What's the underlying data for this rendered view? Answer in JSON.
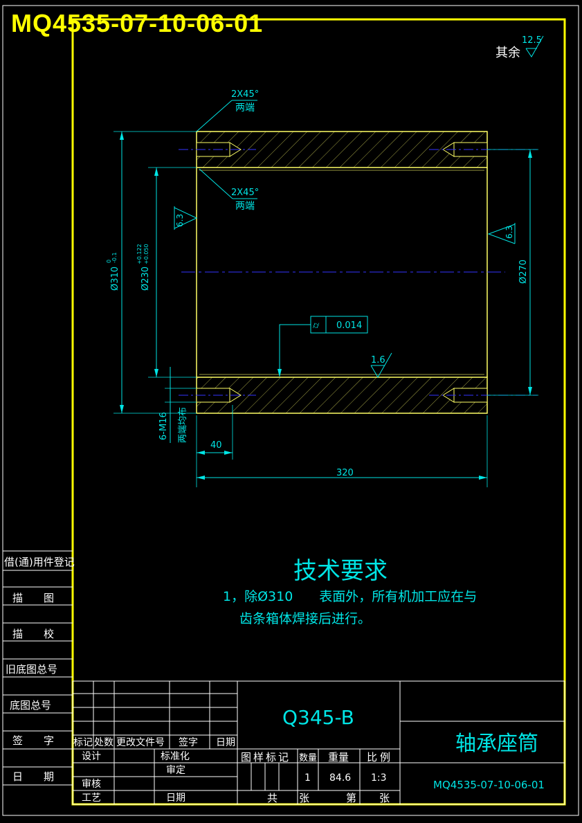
{
  "drawing_number_top": "MQ4535-07-10-06-01",
  "roughness_general": {
    "label": "其余",
    "value": "12.5"
  },
  "chamfer_top": {
    "size": "2X45°",
    "note": "两端"
  },
  "chamfer_bore": {
    "size": "2X45°",
    "note": "两端"
  },
  "dims": {
    "outer_dia": "Ø310",
    "outer_tol_upper": "0",
    "outer_tol_lower": "-0.1",
    "bore_dia": "Ø230",
    "bore_tol_upper": "+0.122",
    "bore_tol_lower": "+0.050",
    "pitch_dia": "Ø270",
    "length": "320",
    "thread_depth": "40",
    "thread": "6-M16",
    "thread_note": "两端均布"
  },
  "roughness": {
    "bore_left": "6.3",
    "bore_right": "6.3",
    "inner": "1.6"
  },
  "tolerance_frame": {
    "symbol": "⌭",
    "value": "0.014"
  },
  "tech_req": {
    "title": "技术要求",
    "line1": "1，除Ø310　　表面外，所有机加工应在与",
    "line2": "齿条箱体焊接后进行。"
  },
  "left_column": [
    "借(通)用件登记",
    "描　　图",
    "描　　校",
    "旧底图总号",
    "底图总号",
    "签　　字",
    "日　　期"
  ],
  "title_block": {
    "material": "Q345-B",
    "part_name": "轴承座筒",
    "drawing_number": "MQ4535-07-10-06-01",
    "rev_headers": [
      "标记",
      "处数",
      "更改文件号",
      "签字",
      "日期"
    ],
    "roles": {
      "design": "设计",
      "standard": "标准化",
      "review": "审定",
      "check": "审核",
      "process": "工艺",
      "date": "日期"
    },
    "stage_headers": {
      "label": "图样标记",
      "weight": "重量",
      "scale": "比例",
      "qty": "数量"
    },
    "stage_values": {
      "qty": "1",
      "weight": "84.6",
      "scale": "1:3"
    },
    "sheet": {
      "total": "共",
      "total_unit": "张",
      "num": "第",
      "num_unit": "张"
    }
  },
  "colors": {
    "frame": "#ffff00",
    "dims": "#00e5e5",
    "centerline": "#3333ff",
    "hatch": "#ffff66",
    "grid": "#ffffff"
  }
}
